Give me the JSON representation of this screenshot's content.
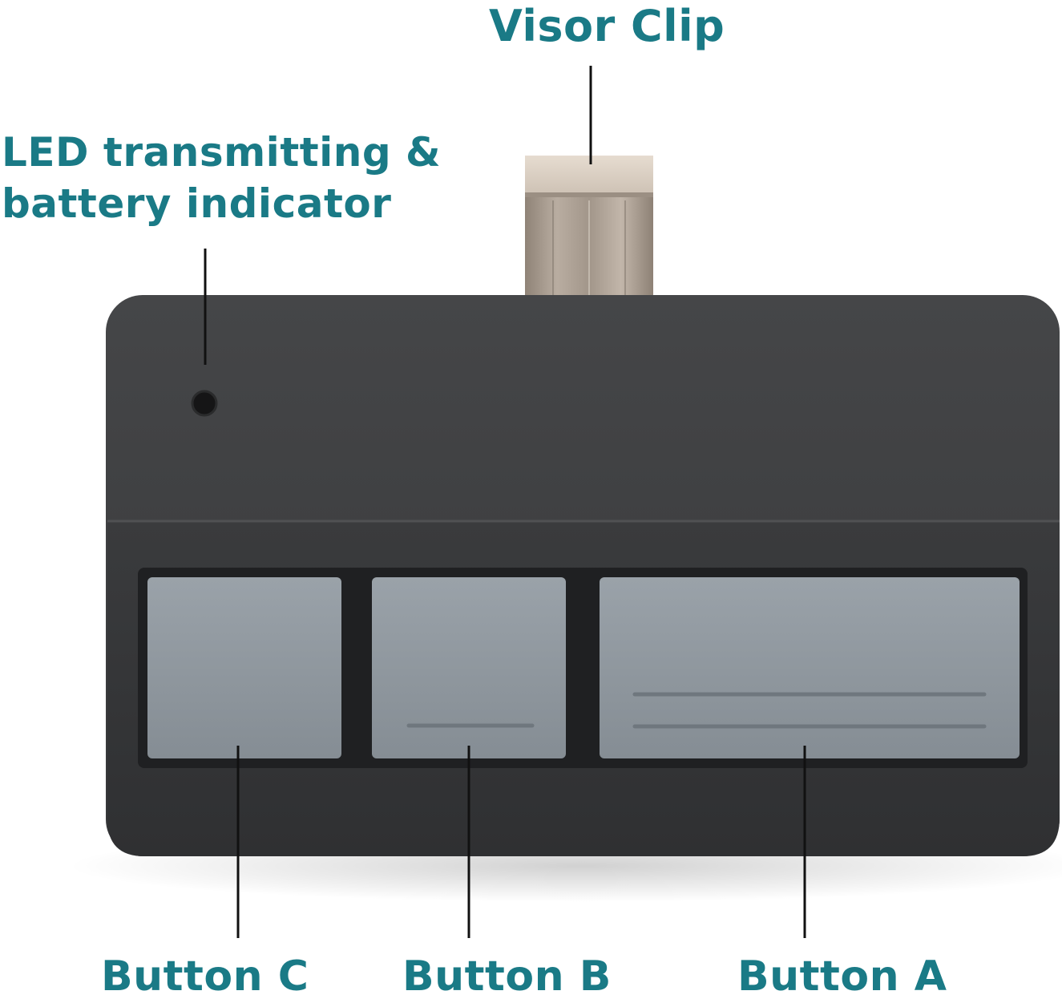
{
  "labels": {
    "visor_clip": "Visor Clip",
    "led_line1": "LED transmitting &",
    "led_line2": "battery indicator",
    "button_c": "Button C",
    "button_b": "Button B",
    "button_a": "Button A"
  },
  "colors": {
    "label_text": "#1a7a86",
    "body": "#3b3c3e",
    "button_face": "#8f979e",
    "leader_line": "#111111"
  },
  "icons": {
    "led": "led-indicator-icon",
    "clip": "visor-clip-icon"
  }
}
